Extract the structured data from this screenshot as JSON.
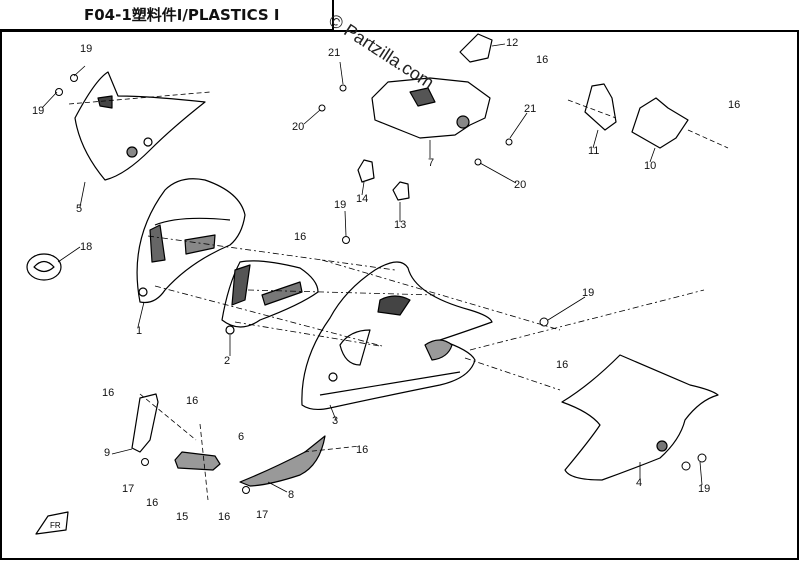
{
  "header": {
    "title": "F04-1塑料件Ⅰ/PLASTICS Ⅰ"
  },
  "watermark": {
    "text": "© Partzilla.com"
  },
  "callouts": {
    "c1": "1",
    "c2": "2",
    "c3": "3",
    "c4": "4",
    "c5": "5",
    "c6": "6",
    "c7": "7",
    "c8": "8",
    "c9": "9",
    "c10": "10",
    "c11": "11",
    "c12": "12",
    "c13": "13",
    "c14": "14",
    "c15": "15",
    "c16": "16",
    "c17": "17",
    "c18": "18",
    "c19": "19",
    "c20": "20",
    "c21": "21"
  },
  "colors": {
    "line": "#000000",
    "background": "#ffffff"
  }
}
